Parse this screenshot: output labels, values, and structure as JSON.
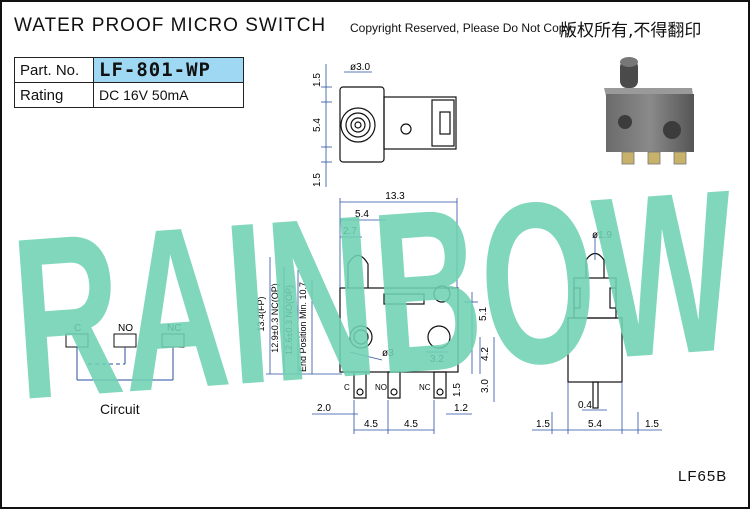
{
  "title": "WATER PROOF MICRO SWITCH",
  "copyright": "Copyright Reserved, Please Do Not Copy.",
  "copyright_cn": "版权所有,不得翻印",
  "spec": {
    "part_label": "Part. No.",
    "part_value": "LF-801-WP",
    "rating_label": "Rating",
    "rating_value": "DC 16V 50mA"
  },
  "watermark": "RAINBOW",
  "colors": {
    "watermark": "#6fd1b2",
    "dimension_lines": "#2a4fa0",
    "part_highlight": "#9fd8f2"
  },
  "top_view": {
    "dim_top": "1.5",
    "dim_diameter": "ø3.0",
    "dim_height": "5.4",
    "dim_bottom": "1.5"
  },
  "front_view": {
    "dim_total_width": "13.3",
    "dim_54": "5.4",
    "dim_27": "2.7",
    "dim_fp": "13.4(FP)",
    "dim_nc": "12.9±0.3 NC(OP)",
    "dim_no": "12.6±0.3 NO(OP)",
    "dim_end": "End Position Min. 10.7",
    "dim_51": "5.1",
    "dim_hole": "ø3",
    "dim_32": "3.2",
    "dim_42": "4.2",
    "dim_15": "1.5",
    "dim_30": "3.0",
    "dim_20": "2.0",
    "dim_12": "1.2",
    "dim_45a": "4.5",
    "dim_45b": "4.5",
    "pin_c": "C",
    "pin_no": "NO",
    "pin_nc": "NC"
  },
  "side_view": {
    "dim_plunger": "ø1.9",
    "dim_04": "0.4",
    "dim_left": "1.5",
    "dim_mid": "5.4",
    "dim_right": "1.5"
  },
  "circuit": {
    "label": "Circuit",
    "pin_c": "C",
    "pin_no": "NO",
    "pin_nc": "NC"
  },
  "model_code": "LF65B"
}
